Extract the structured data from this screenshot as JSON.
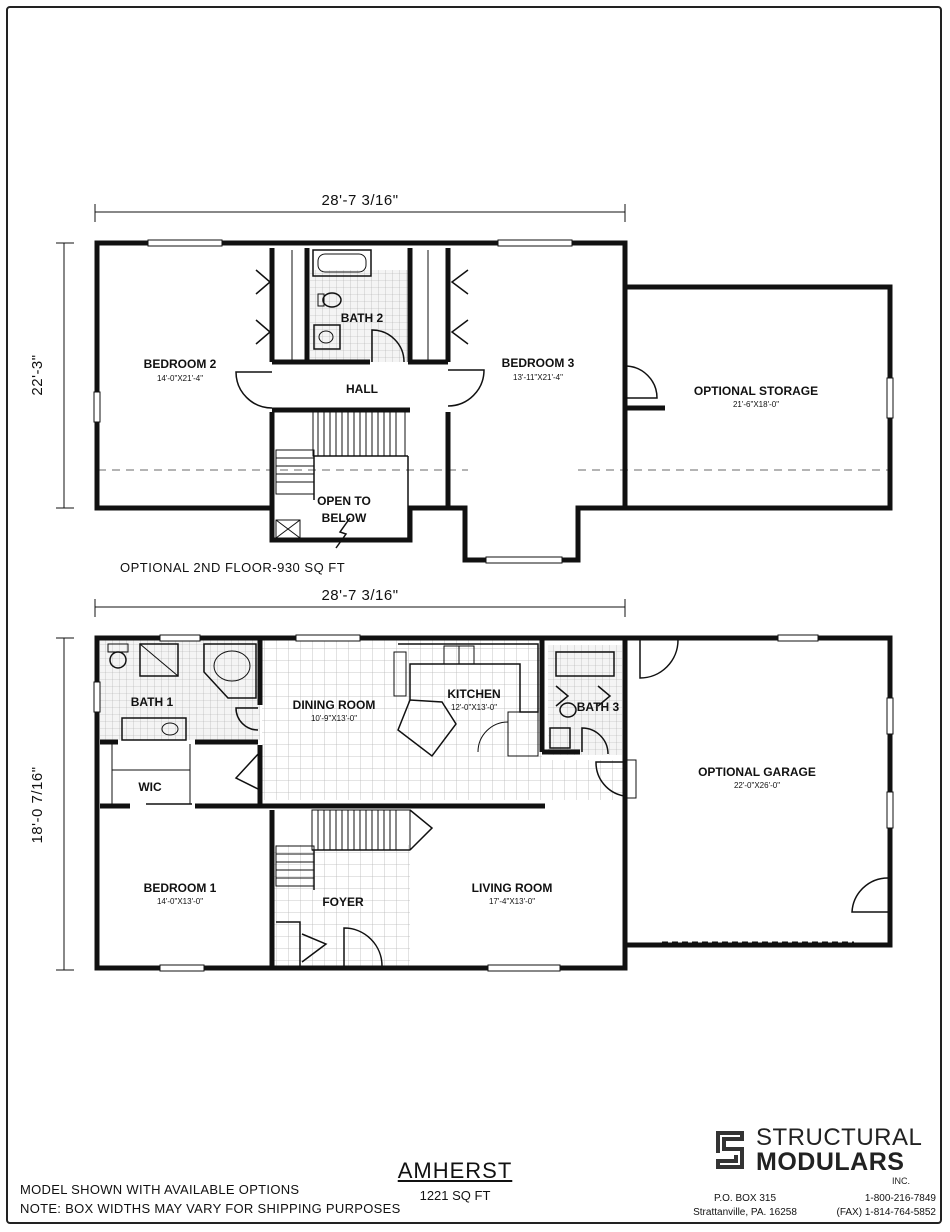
{
  "upper_floor": {
    "width_dim": "28'-7 3/16\"",
    "depth_dim": "22'-3\"",
    "caption": "OPTIONAL 2ND FLOOR-930 SQ FT",
    "rooms": {
      "bedroom2": {
        "name": "BEDROOM 2",
        "size": "14'-0\"X21'-4\""
      },
      "bath2": {
        "name": "BATH 2"
      },
      "hall": {
        "name": "HALL"
      },
      "bedroom3": {
        "name": "BEDROOM 3",
        "size": "13'-11\"X21'-4\""
      },
      "storage": {
        "name": "OPTIONAL STORAGE",
        "size": "21'-6\"X18'-0\""
      },
      "open_line1": "OPEN TO",
      "open_line2": "BELOW"
    }
  },
  "lower_floor": {
    "width_dim": "28'-7 3/16\"",
    "depth_dim": "18'-0 7/16\"",
    "rooms": {
      "bath1": {
        "name": "BATH 1"
      },
      "wic": {
        "name": "WIC"
      },
      "dining": {
        "name": "DINING ROOM",
        "size": "10'-9\"X13'-0\""
      },
      "kitchen": {
        "name": "KITCHEN",
        "size": "12'-0\"X13'-0\""
      },
      "bath3": {
        "name": "BATH 3"
      },
      "garage": {
        "name": "OPTIONAL GARAGE",
        "size": "22'-0\"X26'-0\""
      },
      "bedroom1": {
        "name": "BEDROOM 1",
        "size": "14'-0\"X13'-0\""
      },
      "foyer": {
        "name": "FOYER"
      },
      "living": {
        "name": "LIVING ROOM",
        "size": "17'-4\"X13'-0\""
      }
    }
  },
  "model": {
    "name": "AMHERST",
    "sqft": "1221 SQ FT"
  },
  "notes": {
    "line1": "MODEL SHOWN WITH AVAILABLE OPTIONS",
    "line2": "NOTE: BOX WIDTHS MAY VARY FOR SHIPPING PURPOSES"
  },
  "company": {
    "line1": "STRUCTURAL",
    "line2": "MODULARS",
    "inc": "INC.",
    "po_box": "P.O. BOX 315",
    "city": "Strattanville, PA. 16258",
    "phone": "1-800-216-7849",
    "fax": "(FAX) 1-814-764-5852"
  }
}
